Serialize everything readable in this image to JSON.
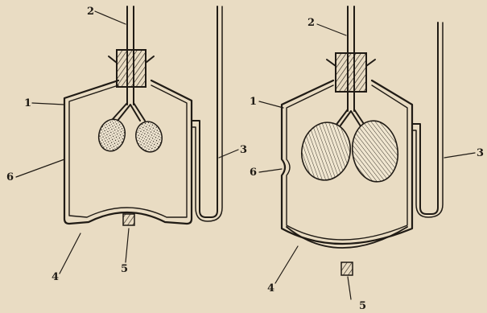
{
  "figure": {
    "left_apparatus": {
      "labels": {
        "top_tube": "2",
        "jar_wall": "1",
        "manometer": "3",
        "diaphragm_point": "6",
        "base": "4",
        "outlet": "5"
      }
    },
    "right_apparatus": {
      "labels": {
        "top_tube": "2",
        "jar_wall": "1",
        "manometer": "3",
        "diaphragm_point": "6",
        "base": "4",
        "outlet": "5"
      }
    },
    "colors": {
      "paper": "#e9dcc3",
      "ink": "#201b15"
    }
  }
}
